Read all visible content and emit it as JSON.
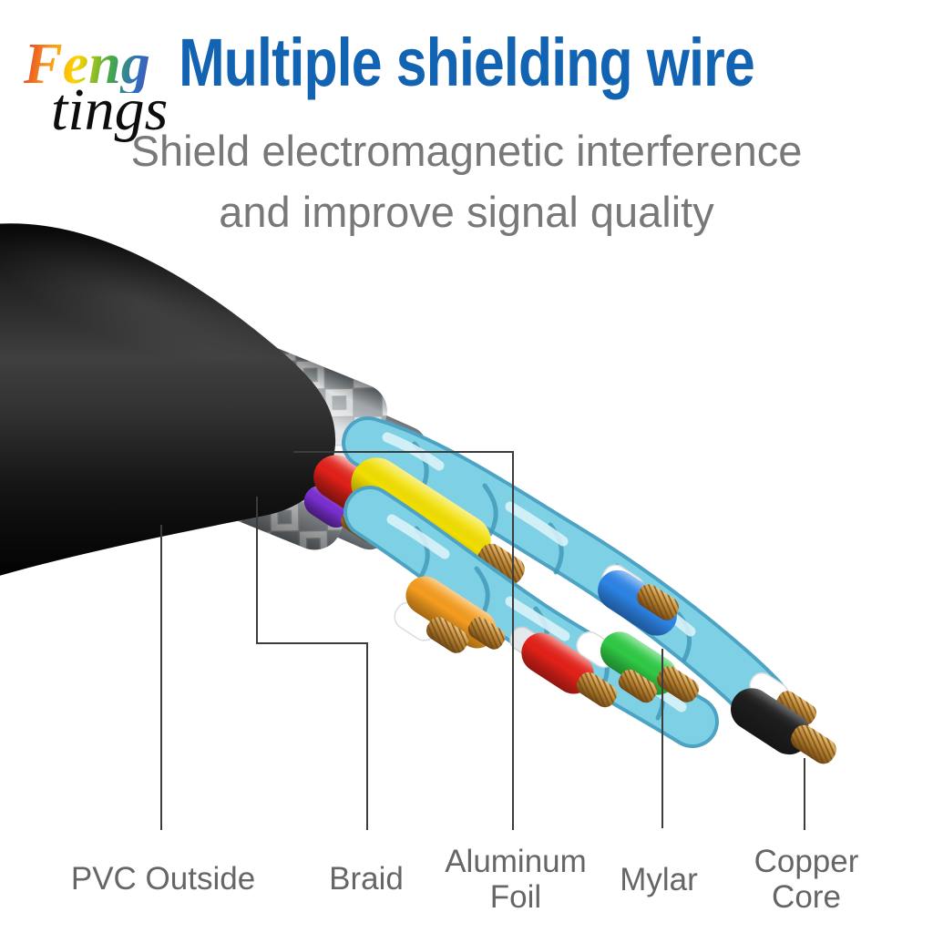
{
  "page": {
    "background": "#ffffff"
  },
  "logo": {
    "line1": "Feng",
    "line2": "tings"
  },
  "header": {
    "title": "Multiple shielding wire",
    "subtitle_line1": "Shield electromagnetic interference",
    "subtitle_line2": "and improve signal quality"
  },
  "diagram": {
    "labels": {
      "pvc": "PVC Outside",
      "braid": "Braid",
      "aluminum_line1": "Aluminum",
      "aluminum_line2": "Foil",
      "mylar": "Mylar",
      "copper_line1": "Copper",
      "copper_line2": "Core"
    }
  },
  "colors": {
    "title_blue": "#1264b2",
    "subtitle_gray": "#787878",
    "label_gray": "#666666",
    "leader_line": "#3c3c3c",
    "jacket_black": "#111111",
    "braid_silver": "#d5dadd",
    "foil_silver": "#e8ecef",
    "pair_cyan": "#7ed1e5",
    "pair_cyan_dark": "#4da3c3",
    "wire_white": "#ffffff",
    "wire_red": "#e32119",
    "wire_purple": "#7b2fd2",
    "wire_yellow": "#f2df00",
    "wire_orange": "#f59d1f",
    "wire_blue": "#2d84e6",
    "wire_green": "#2fca45",
    "wire_dark": "#1c1c1c",
    "copper": "#b9853b"
  }
}
